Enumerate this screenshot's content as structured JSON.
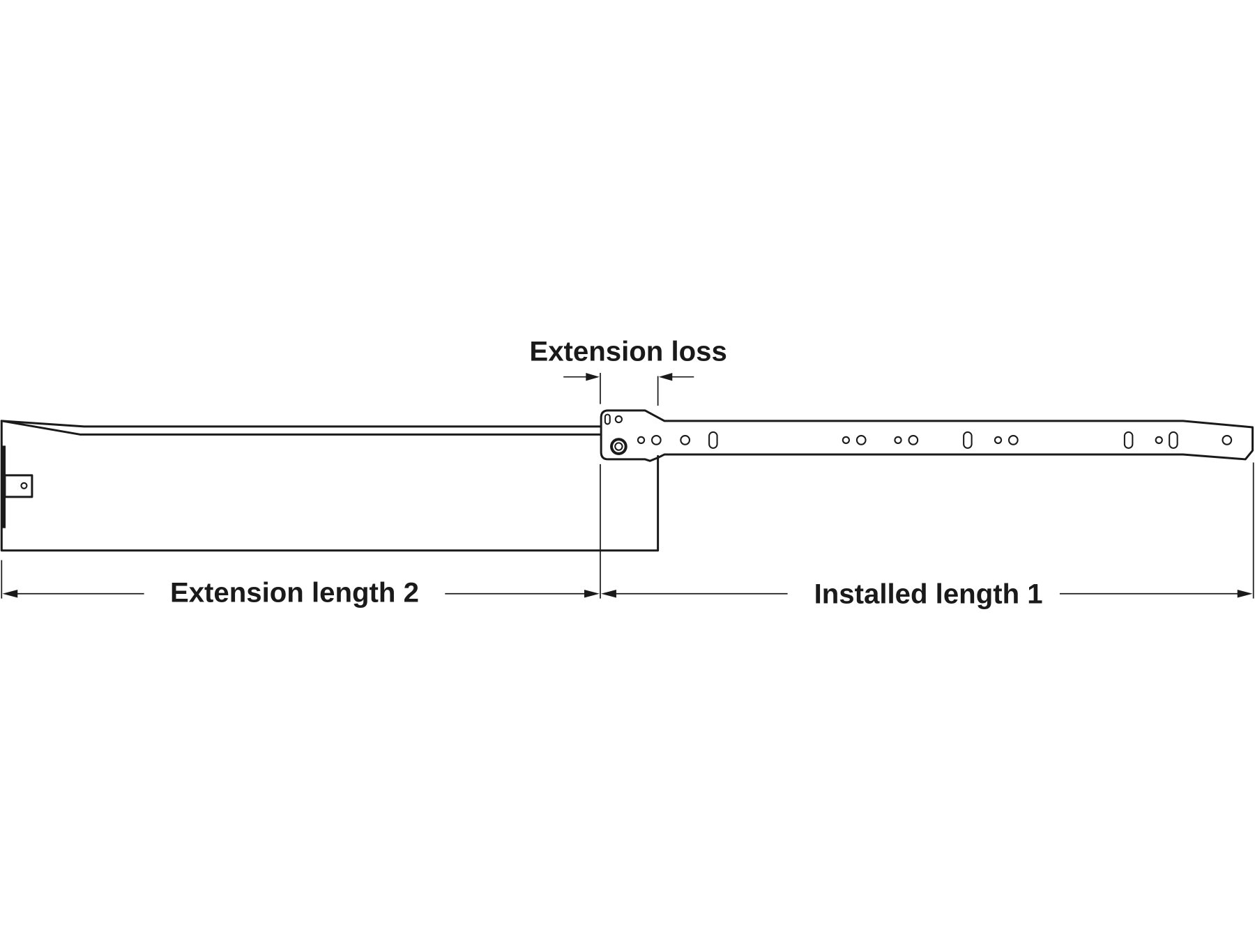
{
  "labels": {
    "extension_loss": "Extension loss",
    "extension_length": "Extension length 2",
    "installed_length": "Installed length 1"
  },
  "colors": {
    "line": "#1a1a1a",
    "background": "#ffffff"
  }
}
